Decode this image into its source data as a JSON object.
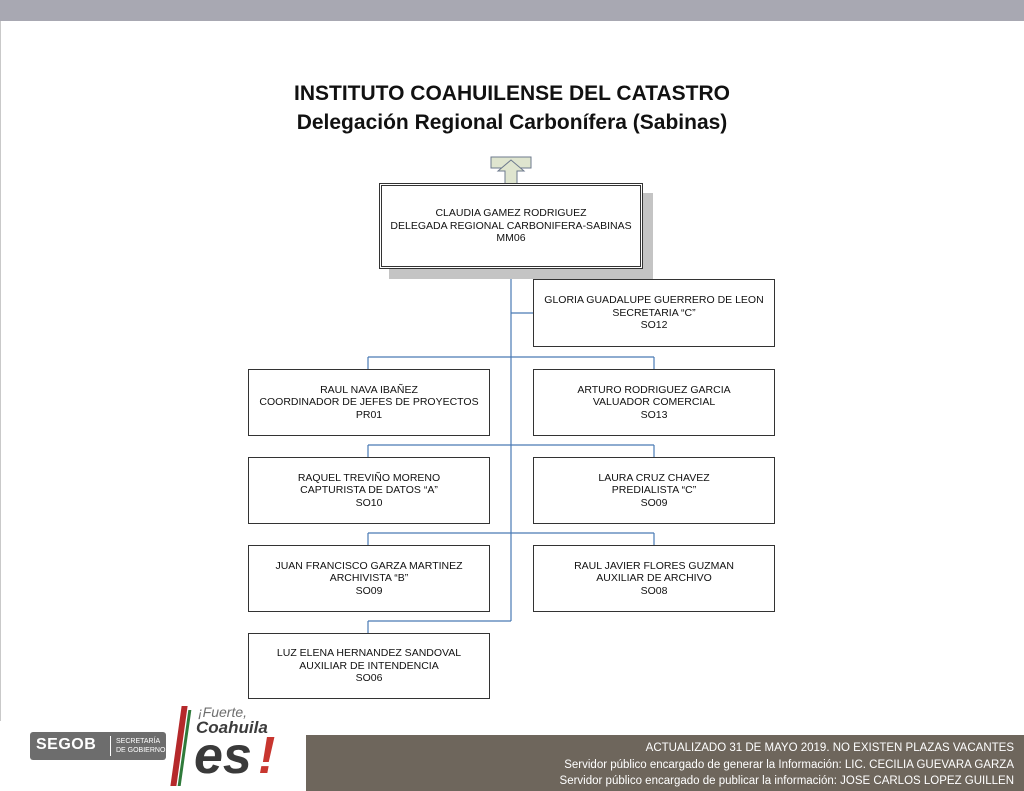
{
  "title": {
    "line1": "INSTITUTO COAHUILENSE DEL CATASTRO",
    "line2": "Delegación Regional Carbonífera (Sabinas)"
  },
  "org": {
    "head": {
      "name": "CLAUDIA GAMEZ RODRIGUEZ",
      "role": "DELEGADA REGIONAL CARBONIFERA-SABINAS",
      "code": "MM06"
    },
    "secretary": {
      "name": "GLORIA GUADALUPE GUERRERO DE LEON",
      "role": "SECRETARIA “C”",
      "code": "SO12"
    },
    "staff": [
      {
        "name": "RAUL NAVA IBAÑEZ",
        "role": "COORDINADOR DE JEFES DE PROYECTOS",
        "code": "PR01"
      },
      {
        "name": "ARTURO RODRIGUEZ GARCIA",
        "role": "VALUADOR COMERCIAL",
        "code": "SO13"
      },
      {
        "name": "RAQUEL TREVIÑO MORENO",
        "role": "CAPTURISTA DE DATOS “A”",
        "code": "SO10"
      },
      {
        "name": "LAURA CRUZ CHAVEZ",
        "role": "PREDIALISTA “C”",
        "code": "SO09"
      },
      {
        "name": "JUAN FRANCISCO GARZA MARTINEZ",
        "role": "ARCHIVISTA “B”",
        "code": "SO09"
      },
      {
        "name": "RAUL JAVIER FLORES GUZMAN",
        "role": "AUXILIAR DE ARCHIVO",
        "code": "SO08"
      },
      {
        "name": "LUZ ELENA HERNANDEZ SANDOVAL",
        "role": "AUXILIAR DE INTENDENCIA",
        "code": "SO06"
      }
    ]
  },
  "footer": {
    "line1": "ACTUALIZADO  31 DE MAYO 2019.  NO EXISTEN PLAZAS VACANTES",
    "line2": "Servidor público encargado de generar la Información: LIC. CECILIA GUEVARA GARZA",
    "line3": "Servidor público encargado de publicar la información: JOSE CARLOS LOPEZ GUILLEN"
  },
  "logos": {
    "segob_word": "SEGOB",
    "segob_sub1": "SECRETARÍA",
    "segob_sub2": "DE GOBIERNO",
    "coahuila_tag": "¡Fuerte,",
    "coahuila_name": "Coahuila",
    "coahuila_es": "es",
    "coahuila_bang": "!"
  },
  "colors": {
    "connector": "#4a7ab5",
    "arrow_fill": "#dfe5cf",
    "arrow_stroke": "#6e7a8e",
    "footer_band": "#6e665c"
  },
  "icons": {
    "up_arrow": "up-arrow-icon"
  }
}
